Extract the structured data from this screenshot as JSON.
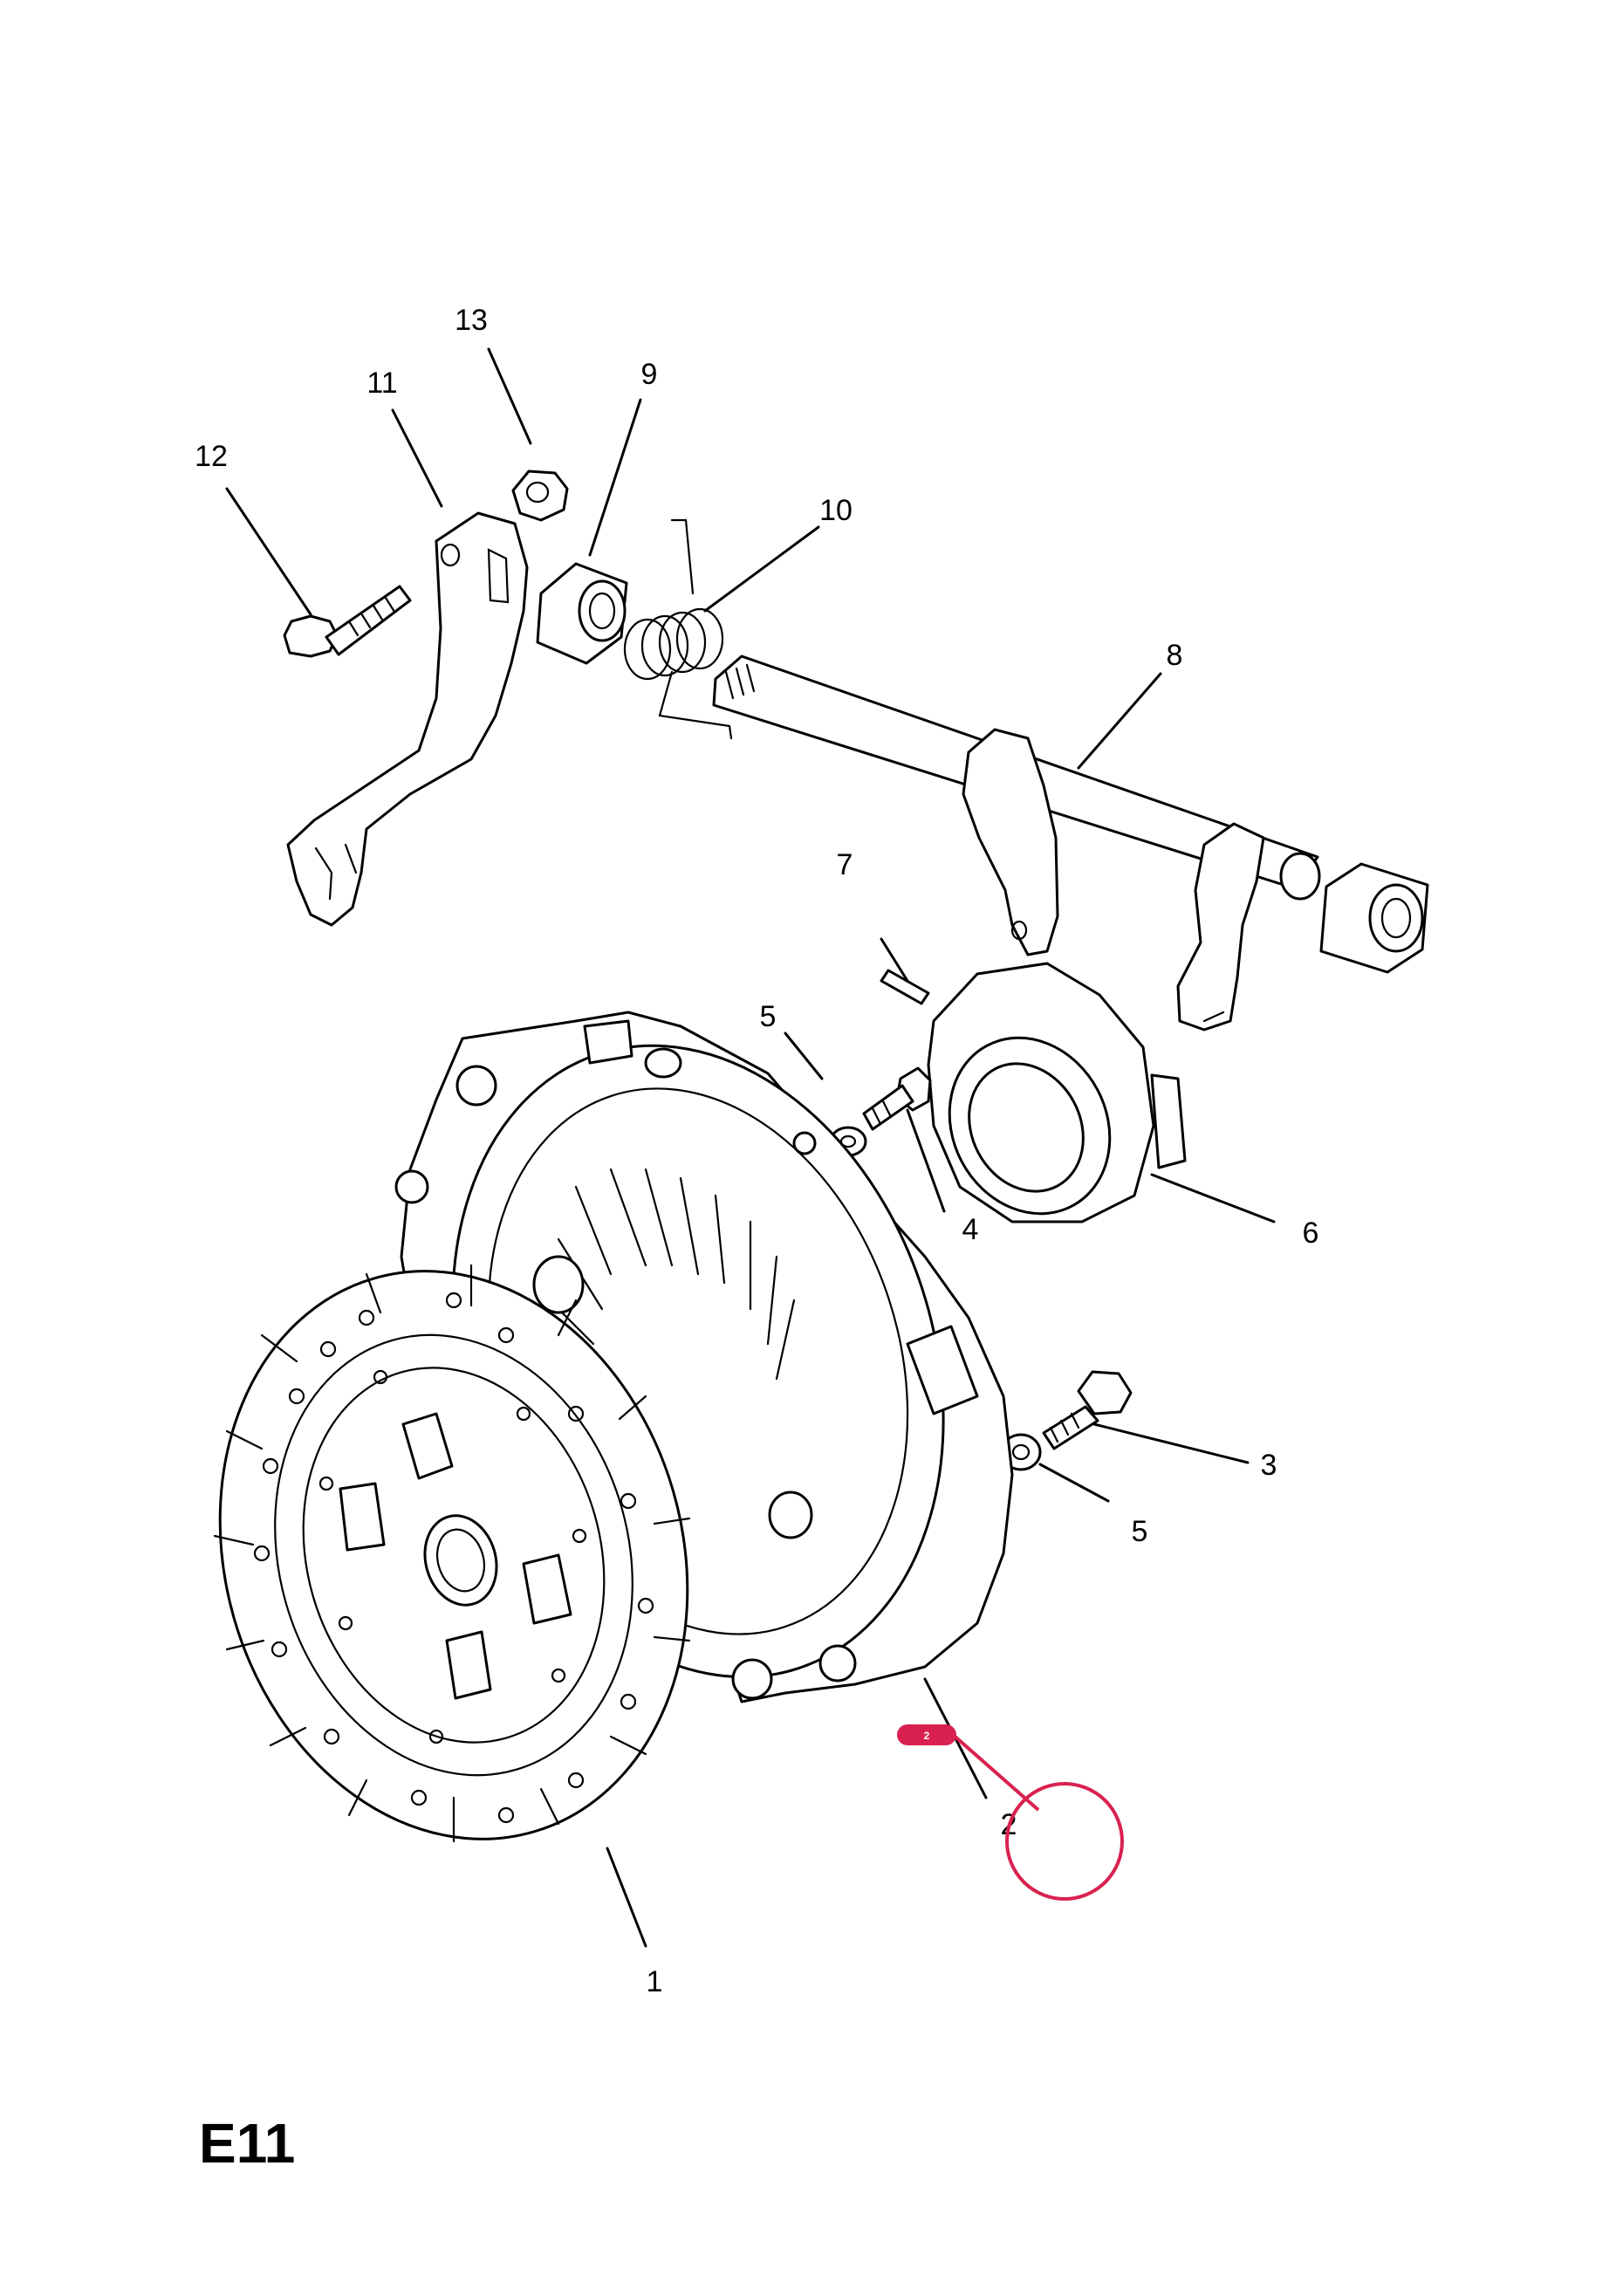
{
  "callouts": {
    "c1": "1",
    "c2": "2",
    "c3": "3",
    "c4": "4",
    "c5a": "5",
    "c5b": "5",
    "c6": "6",
    "c7": "7",
    "c8": "8",
    "c9": "9",
    "c10": "10",
    "c11": "11",
    "c12": "12",
    "c13": "13"
  },
  "diagram_code": "E11",
  "highlight": {
    "badge_label": "2",
    "color": "#d9214f"
  }
}
